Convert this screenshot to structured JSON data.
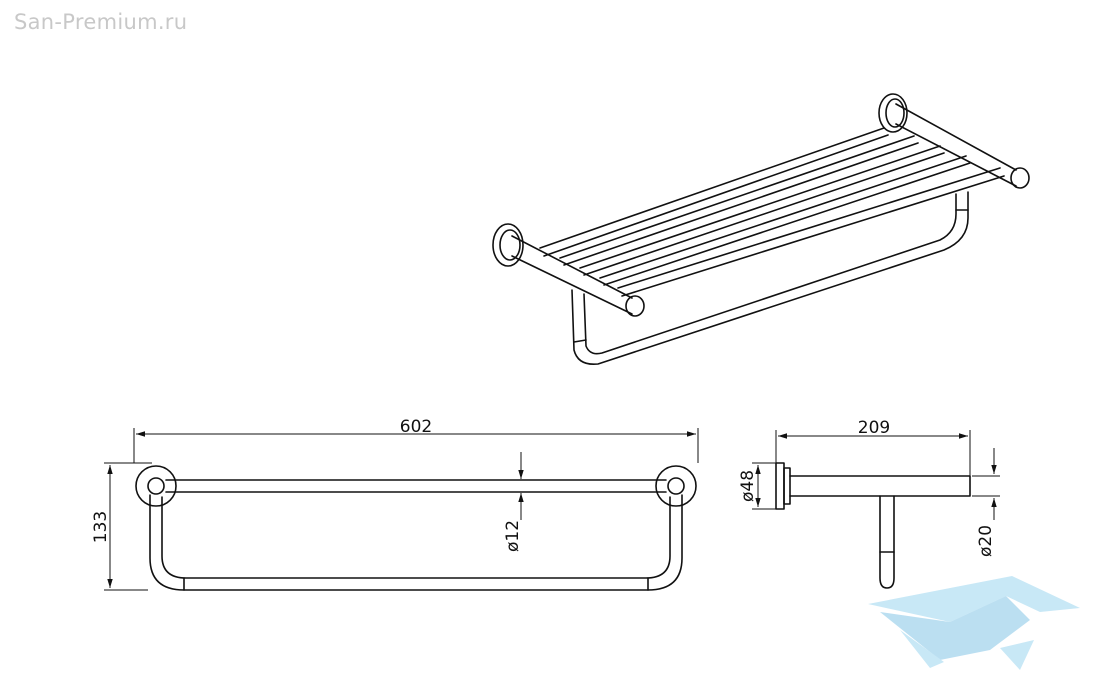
{
  "watermark": {
    "text": "San-Premium.ru"
  },
  "dimensions": {
    "width": "602",
    "height": "133",
    "tube_diameter": "ø12",
    "depth": "209",
    "flange_diameter": "ø48",
    "bar_diameter": "ø20"
  },
  "logo": {
    "icon": "bathtub-wave-logo-icon",
    "colors": [
      "#bfe4f5",
      "#8fcbe8"
    ]
  }
}
